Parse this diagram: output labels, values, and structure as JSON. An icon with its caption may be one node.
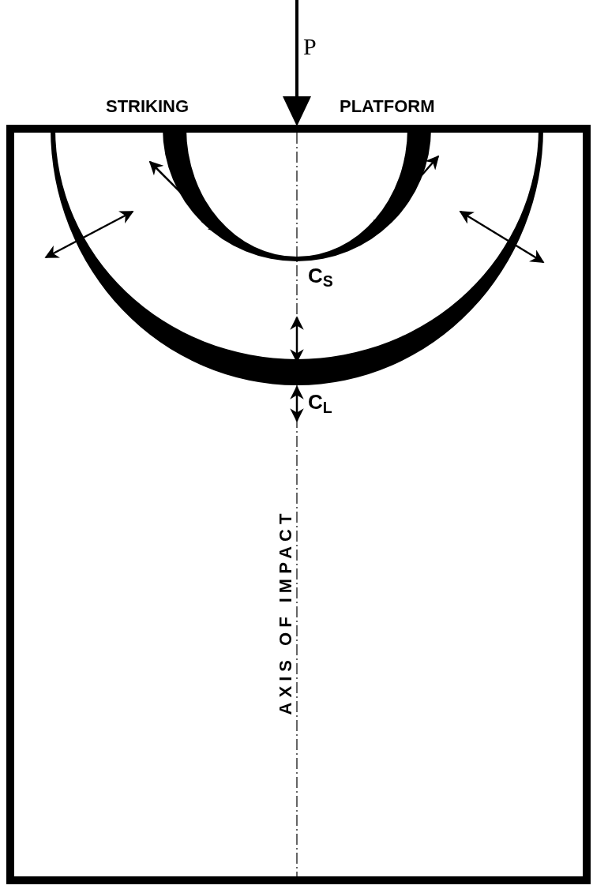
{
  "diagram": {
    "labels": [
      "P",
      "STRIKING",
      "PLATFORM",
      "C$_{S}$",
      "C$_{L}$",
      "AXIS OF IMPACT"
    ]
  }
}
